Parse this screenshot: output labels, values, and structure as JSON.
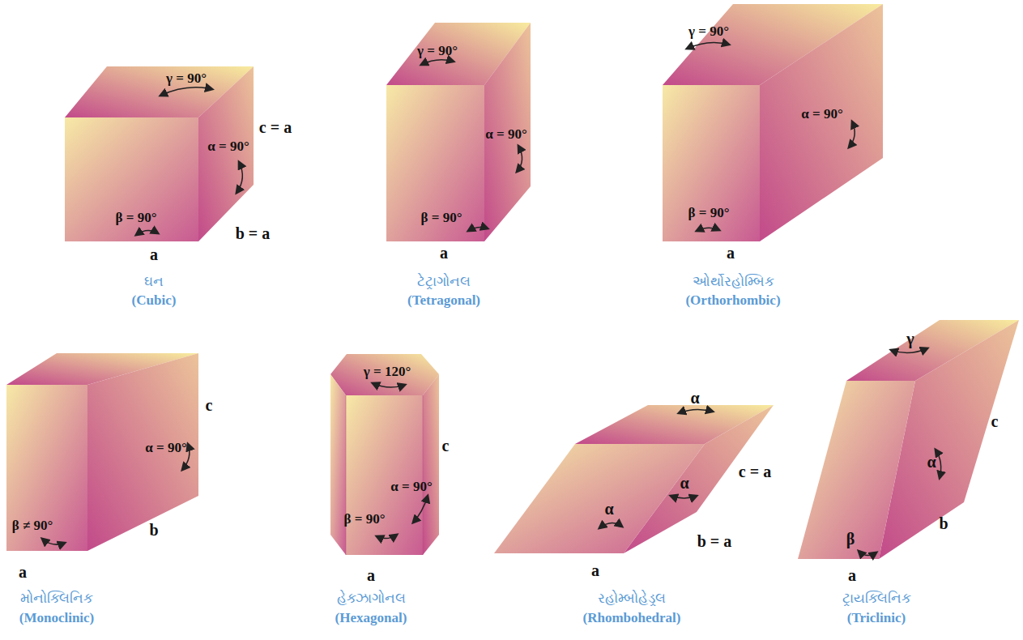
{
  "diagram": {
    "labels": [
      "γ = 90°",
      "c = a",
      "α = 90°",
      "β = 90°",
      "b = a",
      "a",
      "ઘન",
      "(Cubic)",
      "γ = 90°",
      "α = 90°",
      "β = 90°",
      "a",
      "ટેટ્રાગોનલ",
      "(Tetragonal)",
      "γ = 90°",
      "α = 90°",
      "β = 90°",
      "a",
      "ઓર્થોરહોમ્બિક",
      "(Orthorhombic)",
      "c",
      "α = 90°",
      "β ≠ 90°",
      "b",
      "a",
      "મોનોક્લિનિક",
      "(Monoclinic)",
      "γ = 120°",
      "c",
      "α = 90°",
      "β = 90°",
      "a",
      "હેક્ઝાગોનલ",
      "(Hexagonal)",
      "α",
      "c = a",
      "α",
      "α",
      "b = a",
      "a",
      "રહોમ્બોહેડ્રલ",
      "(Rhombohedral)",
      "γ",
      "c",
      "α",
      "b",
      "β",
      "a",
      "ટ્રાયક્લિનિક",
      "(Triclinic)"
    ]
  }
}
